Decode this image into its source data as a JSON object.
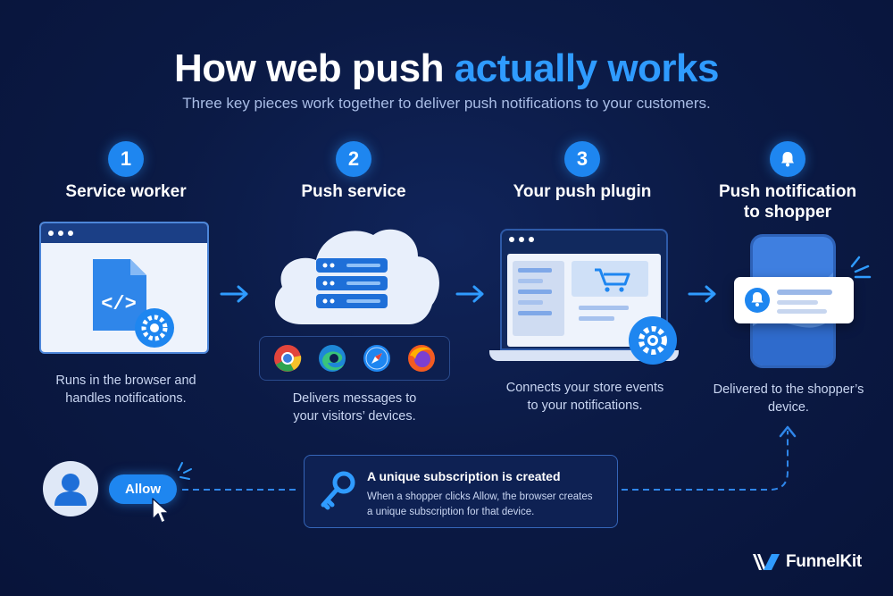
{
  "header": {
    "title_main": "How web push ",
    "title_accent": "actually works",
    "subtitle": "Three key pieces work together to deliver push notifications to your customers."
  },
  "steps": [
    {
      "badge": "1",
      "title": "Service worker",
      "description_line1": "Runs in the browser and",
      "description_line2": "handles notifications.",
      "icon": "code-file-icon"
    },
    {
      "badge": "2",
      "title": "Push service",
      "description_line1": "Delivers messages to",
      "description_line2": "your visitors’ devices.",
      "icon": "cloud-server-icon"
    },
    {
      "badge": "3",
      "title": "Your push plugin",
      "description_line1": "Connects your store events",
      "description_line2": "to your notifications.",
      "icon": "laptop-cart-icon"
    },
    {
      "badge_icon": "bell-icon",
      "title_line1": "Push notification",
      "title_line2": "to shopper",
      "description_line1": "Delivered to the shopper’s",
      "description_line2": "device.",
      "icon": "phone-notification-icon"
    }
  ],
  "browsers": [
    "chrome-icon",
    "edge-icon",
    "safari-icon",
    "firefox-icon"
  ],
  "subscription": {
    "allow_label": "Allow",
    "title": "A unique subscription is created",
    "text_line1": "When a shopper clicks Allow, the browser creates",
    "text_line2": "a unique subscription for that device."
  },
  "brand": {
    "name": "FunnelKit"
  },
  "colors": {
    "background": "#0b1a45",
    "accent": "#2f9bff",
    "badge": "#1e86f0"
  }
}
